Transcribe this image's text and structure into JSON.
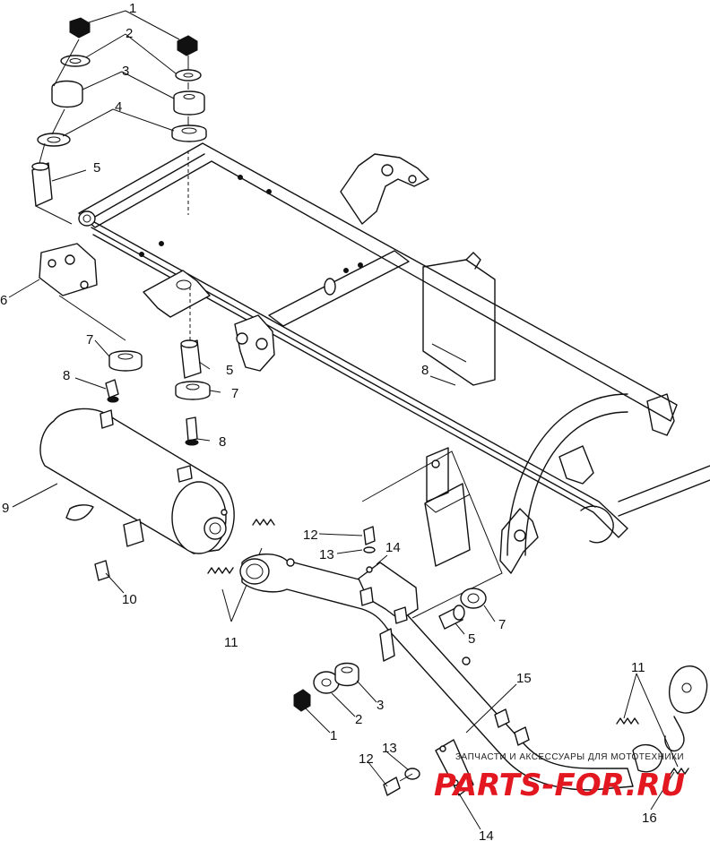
{
  "diagram": {
    "callouts": [
      {
        "id": "c1a",
        "label": "1"
      },
      {
        "id": "c2a",
        "label": "2"
      },
      {
        "id": "c3a",
        "label": "3"
      },
      {
        "id": "c4a",
        "label": "4"
      },
      {
        "id": "c5a",
        "label": "5"
      },
      {
        "id": "c6",
        "label": "6"
      },
      {
        "id": "c7a",
        "label": "7"
      },
      {
        "id": "c8a",
        "label": "8"
      },
      {
        "id": "c5b",
        "label": "5"
      },
      {
        "id": "c7b",
        "label": "7"
      },
      {
        "id": "c8b",
        "label": "8"
      },
      {
        "id": "c8c",
        "label": "8"
      },
      {
        "id": "c9",
        "label": "9"
      },
      {
        "id": "c10",
        "label": "10"
      },
      {
        "id": "c11a",
        "label": "11"
      },
      {
        "id": "c12a",
        "label": "12"
      },
      {
        "id": "c13a",
        "label": "13"
      },
      {
        "id": "c14a",
        "label": "14"
      },
      {
        "id": "c7c",
        "label": "7"
      },
      {
        "id": "c5c",
        "label": "5"
      },
      {
        "id": "c15",
        "label": "15"
      },
      {
        "id": "c3b",
        "label": "3"
      },
      {
        "id": "c2b",
        "label": "2"
      },
      {
        "id": "c1b",
        "label": "1"
      },
      {
        "id": "c11b",
        "label": "11"
      },
      {
        "id": "c13b",
        "label": "13"
      },
      {
        "id": "c12b",
        "label": "12"
      },
      {
        "id": "c14b",
        "label": "14"
      },
      {
        "id": "c16",
        "label": "16"
      }
    ]
  },
  "watermark": {
    "caption": "ЗАПЧАСТИ И АКСЕССУАРЫ ДЛЯ МОТОТЕХНИКИ",
    "brand": "PARTS-FOR.RU",
    "color": "#e3171f"
  }
}
